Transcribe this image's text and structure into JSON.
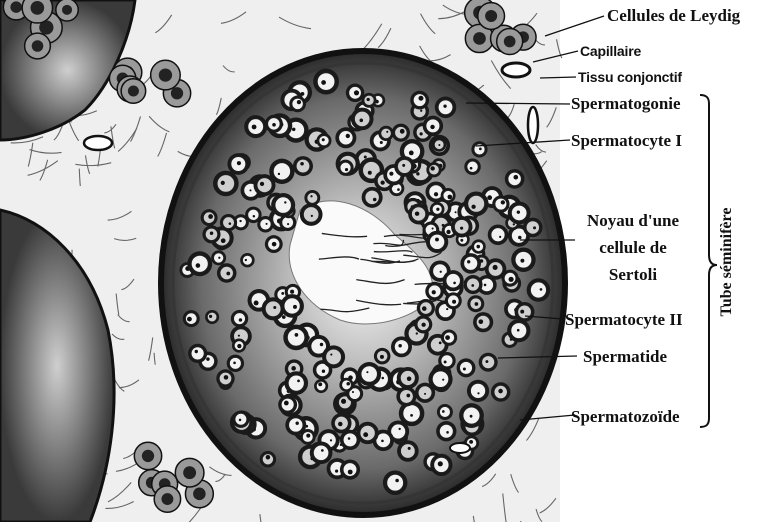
{
  "labels": {
    "leydig": "Cellules de Leydig",
    "capillaire": "Capillaire",
    "tissu": "Tissu conjonctif",
    "spermatogonie": "Spermatogonie",
    "spermatocyte1": "Spermatocyte I",
    "sertoli_line1": "Noyau d'une",
    "sertoli_line2": "cellule de",
    "sertoli_line3": "Sertoli",
    "spermatocyte2": "Spermatocyte II",
    "spermatide": "Spermatide",
    "spermatozoide": "Spermatozoïde",
    "tube": "Tube séminifère"
  },
  "colors": {
    "ink": "#111111",
    "tissue_light": "#e9e9e9",
    "tissue_dark": "#1a1a1a",
    "nucleus": "#f2f2f2"
  }
}
